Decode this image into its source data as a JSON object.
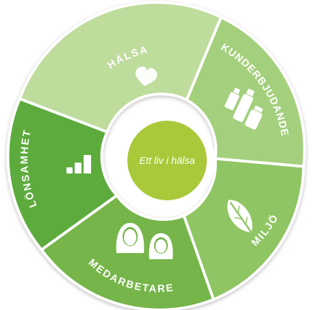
{
  "diagram": {
    "center_label": "Ett liv i hälsa",
    "segments": [
      {
        "id": "halsa",
        "label": "HÄLSA",
        "icon": "heart-icon",
        "color": "#bedc9c"
      },
      {
        "id": "kunderbjudande",
        "label": "KUNDERBJUDANDE",
        "icon": "products-icon",
        "color": "#a4cf7b"
      },
      {
        "id": "miljo",
        "label": "MILJÖ",
        "icon": "leaf-icon",
        "color": "#8fc564"
      },
      {
        "id": "medarbetare",
        "label": "MEDARBETARE",
        "icon": "people-icon",
        "color": "#74b54a"
      },
      {
        "id": "lonsamhet",
        "label": "LÖNSAMHET",
        "icon": "bar-chart-icon",
        "color": "#5dab3c"
      }
    ],
    "center_color": "#a9c93a"
  }
}
